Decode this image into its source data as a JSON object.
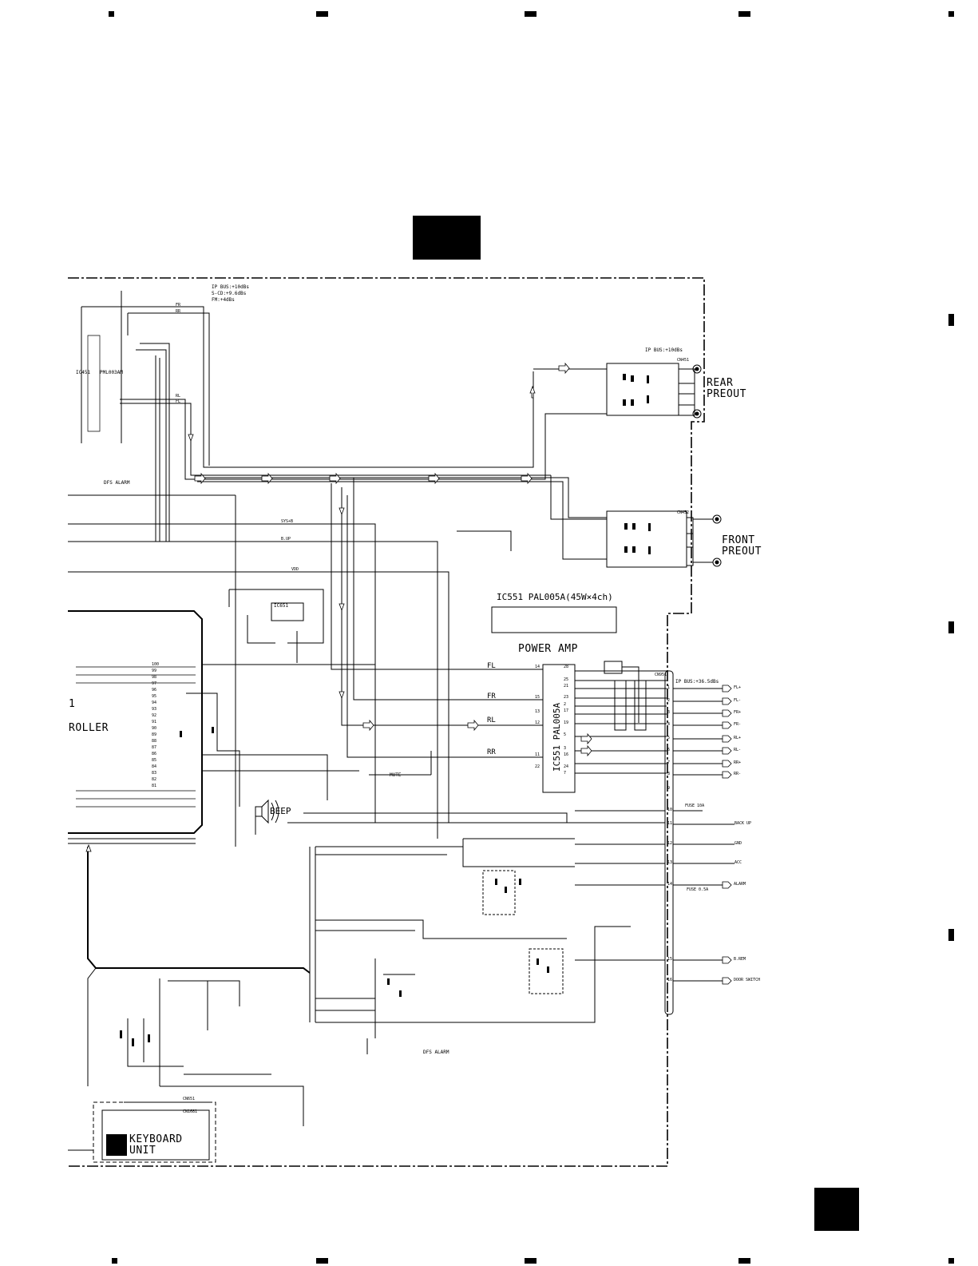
{
  "header": {
    "top_marks": [
      "■",
      "■",
      "■",
      "■",
      "■"
    ],
    "side_marks": [
      "■",
      "■",
      "■"
    ],
    "bottom_marks": [
      "■",
      "■",
      "■",
      "■",
      "■"
    ]
  },
  "ip_bus_main": [
    "IP BUS:+10dBs",
    "S-CD:+9.6dBs",
    "FM:+4dBs"
  ],
  "ip_bus_rear": "IP BUS:+10dBs",
  "ip_bus_speaker": "IP BUS:+36.5dBs",
  "ic451": {
    "ref": "IC451",
    "part": "PML003AM"
  },
  "ic551": {
    "title": "IC551  PAL005A(45W×4ch)",
    "body_label": "IC551 PAL005A",
    "caption": "POWER AMP"
  },
  "ic651": {
    "ref": "IC651"
  },
  "rear_preout": [
    "REAR",
    "PREOUT"
  ],
  "front_preout": [
    "FRONT",
    "PREOUT"
  ],
  "keyboard_unit": [
    "KEYBOARD",
    "UNIT"
  ],
  "controller_label": "ROLLER",
  "controller_digit": "1",
  "beep": "BEEP",
  "dfs_alarm": [
    "DFS ALARM",
    "DFS ALARM"
  ],
  "rails": [
    "SYS+B",
    "B.UP",
    "VDD"
  ],
  "mute": "MUTE",
  "channels": [
    "FL",
    "FR",
    "RL",
    "RR"
  ],
  "top_signals": [
    "FR",
    "RR",
    "RL",
    "FL"
  ],
  "speaker_outputs": [
    "FL+",
    "FL-",
    "FR+",
    "FR-",
    "RL+",
    "RL-",
    "RR+",
    "RR-"
  ],
  "power_connections": [
    "BACK UP",
    "GND",
    "ACC",
    "ALARM",
    "B.REM",
    "DOOR SWITCH"
  ],
  "fuse_main": "FUSE 10A",
  "fuse_alarm": "FUSE 0.5A",
  "connectors": {
    "cn951": "CN951",
    "cn1681": "CN1681",
    "cn651": "CN651",
    "cn451": "CN451",
    "cn452": "CN452"
  },
  "pin_numbers_ic551": [
    "28",
    "25",
    "21",
    "23",
    "2",
    "17",
    "19",
    "5",
    "3",
    "16",
    "24",
    "7",
    "14",
    "15",
    "13",
    "12",
    "11",
    "22"
  ],
  "controller_pins": [
    "100",
    "99",
    "98",
    "97",
    "96",
    "95",
    "94",
    "93",
    "92",
    "91",
    "90",
    "89",
    "88",
    "87",
    "86",
    "85",
    "84",
    "83",
    "82",
    "81"
  ],
  "cn951_pins": [
    "1",
    "2",
    "3",
    "4",
    "5",
    "6",
    "7",
    "8",
    "9",
    "10",
    "11",
    "12",
    "13",
    "14",
    "15",
    "16"
  ]
}
